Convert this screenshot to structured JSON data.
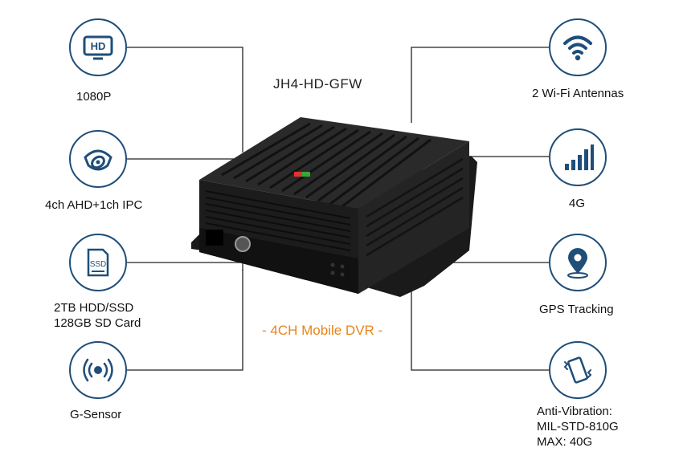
{
  "product": {
    "model": "JH4-HD-GFW",
    "subtitle": "- 4CH Mobile DVR -"
  },
  "features_left": [
    {
      "icon": "hd-icon",
      "label": "1080P"
    },
    {
      "icon": "camera-dome-icon",
      "label": "4ch AHD+1ch IPC"
    },
    {
      "icon": "ssd-icon",
      "label_line1": "2TB HDD/SSD",
      "label_line2": "128GB SD Card"
    },
    {
      "icon": "g-sensor-icon",
      "label": "G-Sensor"
    }
  ],
  "features_right": [
    {
      "icon": "wifi-icon",
      "label": "2 Wi-Fi Antennas"
    },
    {
      "icon": "signal-bars-icon",
      "label": "4G"
    },
    {
      "icon": "gps-pin-icon",
      "label": "GPS Tracking"
    },
    {
      "icon": "vibration-phone-icon",
      "label_line1": "Anti-Vibration:",
      "label_line2": "MIL-STD-810G",
      "label_line3": "MAX: 40G"
    }
  ],
  "device_badge": {
    "ssd_text": "SSD",
    "hd_text": "HD"
  },
  "colors": {
    "icon_stroke": "#1f4e79",
    "accent_orange": "#e8851a",
    "line": "#222222"
  }
}
